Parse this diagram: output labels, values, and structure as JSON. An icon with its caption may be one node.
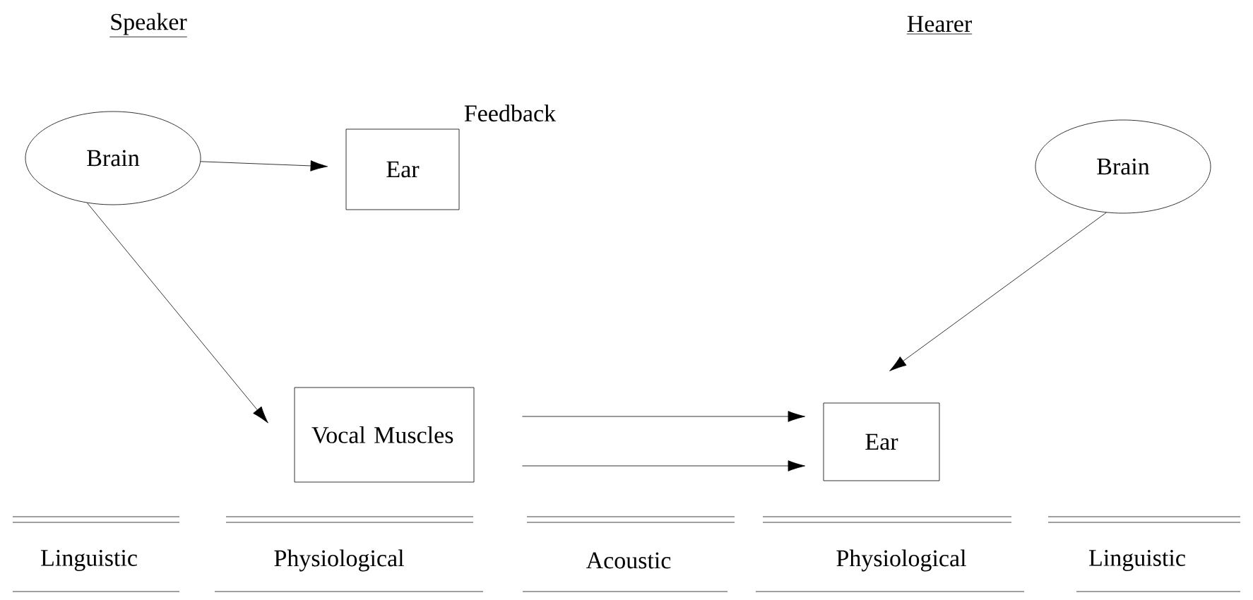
{
  "diagram": {
    "nodes": [
      {
        "text": [
          "Brain"
        ]
      },
      {
        "text": [
          "Ear"
        ],
        "beside": [
          "Feedback"
        ]
      },
      {
        "text": [
          "Vocal Muscles"
        ]
      },
      {
        "text": [
          "Ear"
        ]
      },
      {
        "text": [
          "Brain"
        ]
      }
    ],
    "edges": [
      {
        "from": 0,
        "to": 1,
        "arrow": "to"
      },
      {
        "from": 0,
        "to": 2,
        "arrow": "to"
      },
      {
        "from": 4,
        "to": 3,
        "arrow": "to"
      },
      {
        "from": 2,
        "to": 3,
        "arrow": "to"
      },
      {
        "from": 2,
        "to": 3,
        "arrow": "to"
      }
    ],
    "labels": [
      "Speaker",
      "Hearer",
      "Linguistic",
      "Physiological",
      "Acoustic",
      "Physiological",
      "Linguistic"
    ]
  }
}
